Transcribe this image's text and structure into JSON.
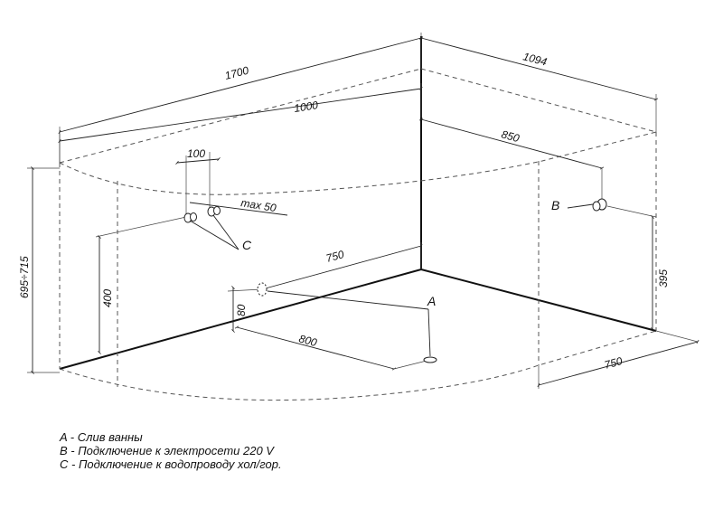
{
  "dimensions": {
    "length_total": "1700",
    "width_total": "1094",
    "length_inner": "1000",
    "width_inner": "850",
    "pipe_spacing": "100",
    "pipe_max": "max 50",
    "height_range": "695÷715",
    "pipe_height": "400",
    "drain_height": "80",
    "drain_dist_back": "750",
    "drain_dist_side": "800",
    "side_floor": "750",
    "power_height": "395"
  },
  "markers": {
    "a": "A",
    "b": "B",
    "c": "C"
  },
  "legend": {
    "a": "A - Слив ванны",
    "b": "B - Подключение к электросети 220 V",
    "c": "C - Подключение к водопроводу хол/гор."
  }
}
